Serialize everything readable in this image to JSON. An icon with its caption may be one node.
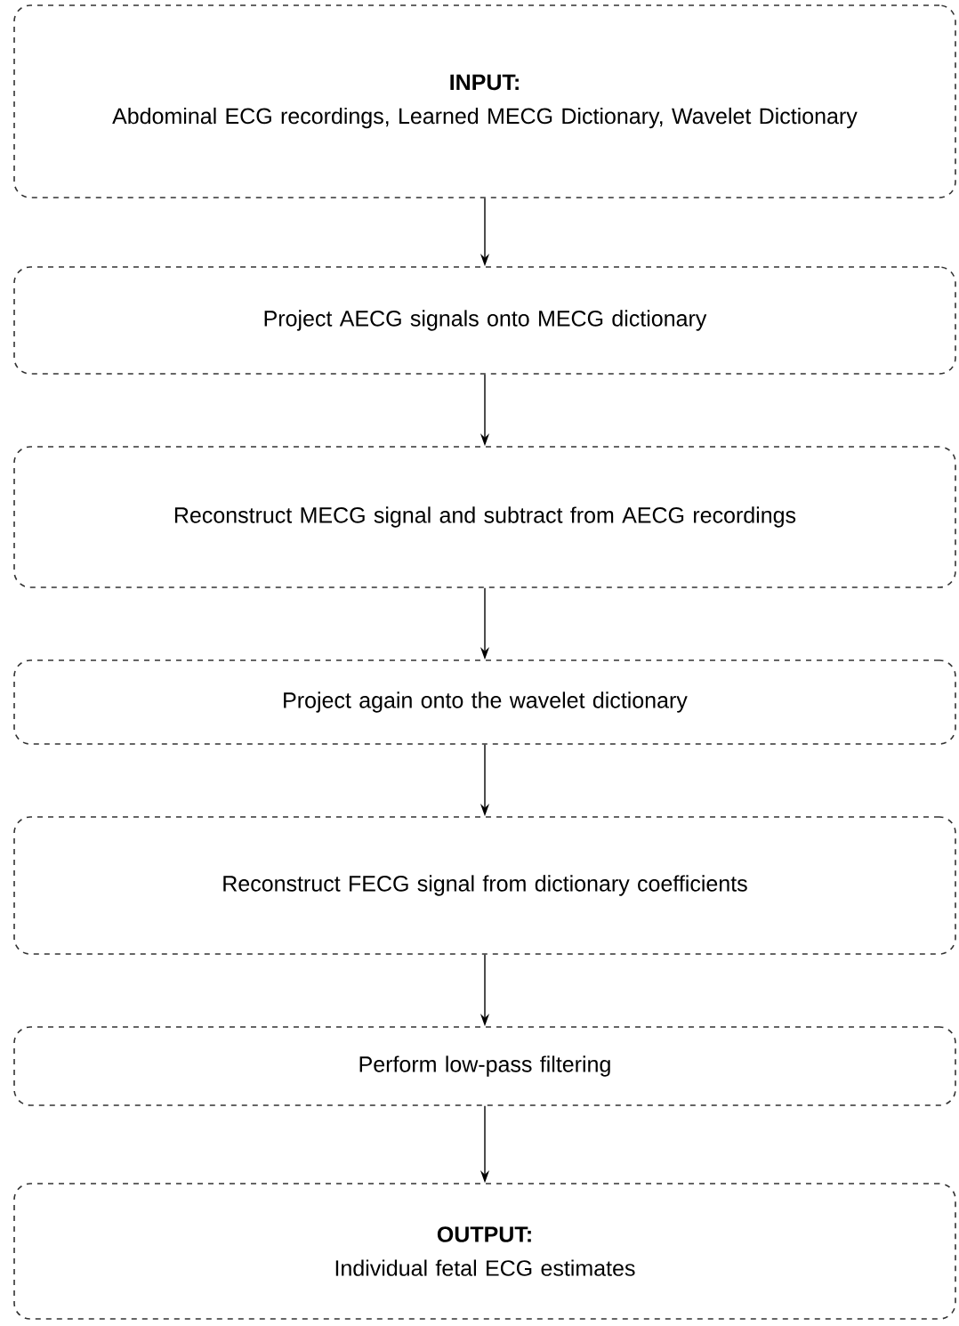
{
  "diagram": {
    "nodes": [
      {
        "text": [
          "INPUT:",
          "Abdominal ECG recordings, Learned MECG Dictionary, Wavelet Dictionary"
        ]
      },
      {
        "text": [
          "Project AECG signals onto MECG dictionary"
        ]
      },
      {
        "text": [
          "Reconstruct MECG signal and subtract from AECG recordings"
        ]
      },
      {
        "text": [
          "Project again onto the wavelet dictionary"
        ]
      },
      {
        "text": [
          "Reconstruct FECG signal from dictionary coefficients"
        ]
      },
      {
        "text": [
          "Perform low-pass filtering"
        ]
      },
      {
        "text": [
          "OUTPUT:",
          "Individual fetal ECG estimates"
        ]
      }
    ],
    "edges": [
      {
        "from": 0,
        "to": 1,
        "arrow": "to"
      },
      {
        "from": 1,
        "to": 2,
        "arrow": "to"
      },
      {
        "from": 2,
        "to": 3,
        "arrow": "to"
      },
      {
        "from": 3,
        "to": 4,
        "arrow": "to"
      },
      {
        "from": 4,
        "to": 5,
        "arrow": "to"
      },
      {
        "from": 5,
        "to": 6,
        "arrow": "to"
      }
    ]
  }
}
